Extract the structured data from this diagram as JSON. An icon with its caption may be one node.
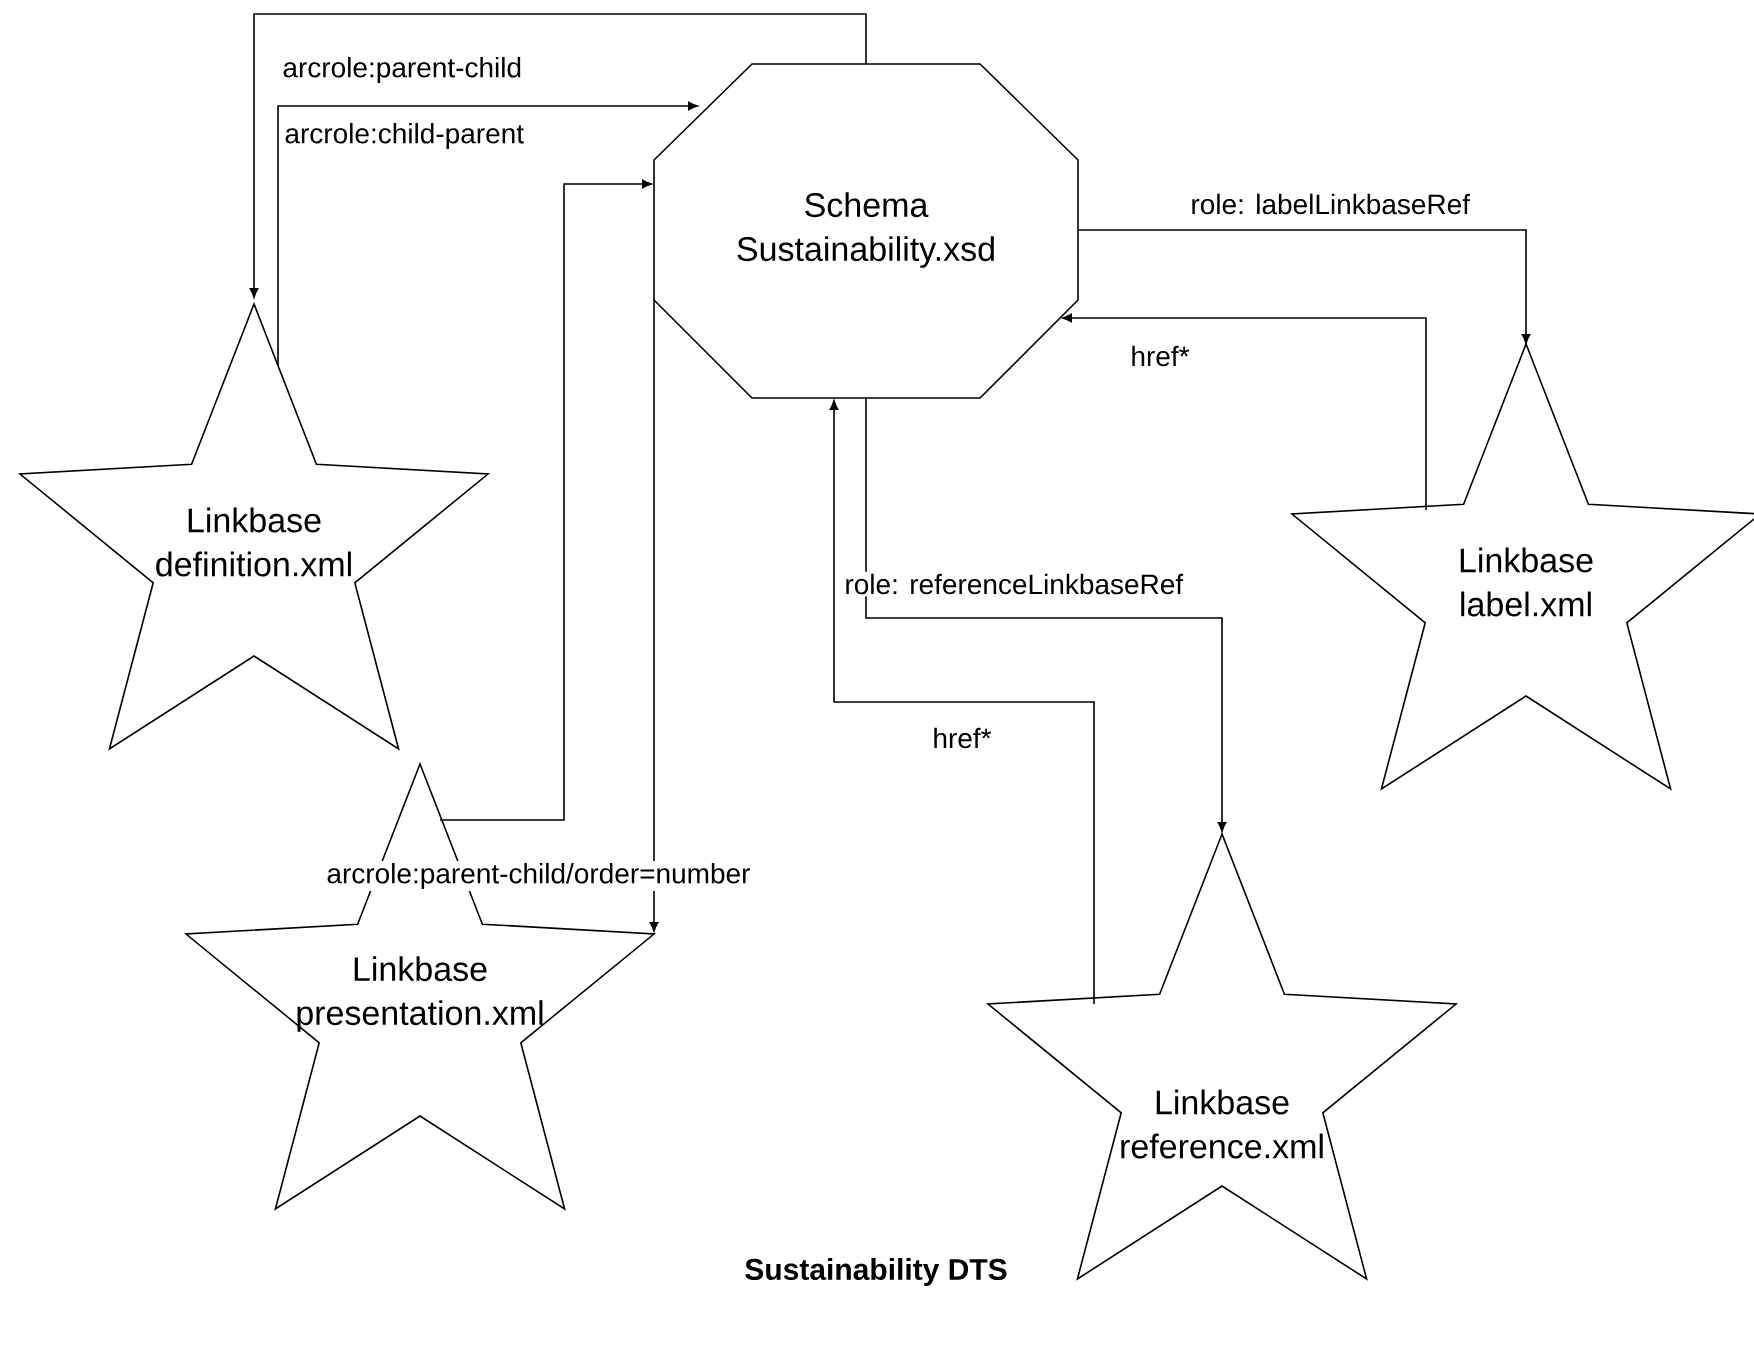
{
  "diagram": {
    "title": "Sustainability DTS",
    "nodes": [
      {
        "text": [
          "Schema",
          "Sustainability.xsd"
        ]
      },
      {
        "text": [
          "Linkbase",
          "definition.xml"
        ]
      },
      {
        "text": [
          "Linkbase",
          "label.xml"
        ]
      },
      {
        "text": [
          "Linkbase",
          "presentation.xml"
        ]
      },
      {
        "text": [
          "Linkbase",
          "reference.xml"
        ]
      }
    ],
    "edges": [
      {
        "from": 0,
        "to": 1,
        "arrow": "to",
        "label": "arcrole:parent-child"
      },
      {
        "from": 1,
        "to": 0,
        "arrow": "to",
        "label": "arcrole:child-parent"
      },
      {
        "from": 3,
        "to": 0,
        "arrow": "to"
      },
      {
        "from": 0,
        "to": 3,
        "arrow": "to",
        "label": "arcrole:parent-child/order=number"
      },
      {
        "from": 0,
        "to": 2,
        "arrow": "to",
        "label": "role: labelLinkbaseRef"
      },
      {
        "from": 2,
        "to": 0,
        "arrow": "to",
        "label": "href*"
      },
      {
        "from": 0,
        "to": 4,
        "arrow": "to",
        "label": "role: referenceLinkbaseRef"
      },
      {
        "from": 4,
        "to": 0,
        "arrow": "to",
        "label": "href*"
      }
    ]
  }
}
